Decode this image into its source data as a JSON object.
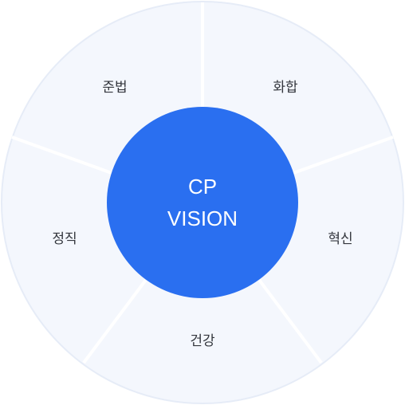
{
  "colors": {
    "outer_fill": "#f4f7fd",
    "outer_stroke": "#e6ecf7",
    "divider": "#ffffff",
    "center_fill": "#2a6ff0",
    "center_text": "#ffffff",
    "label_text": "#33363d"
  },
  "center": {
    "line1": "CP",
    "line2": "VISION"
  },
  "segments": [
    {
      "label": "화합"
    },
    {
      "label": "혁신"
    },
    {
      "label": "건강"
    },
    {
      "label": "정직"
    },
    {
      "label": "준법"
    }
  ]
}
